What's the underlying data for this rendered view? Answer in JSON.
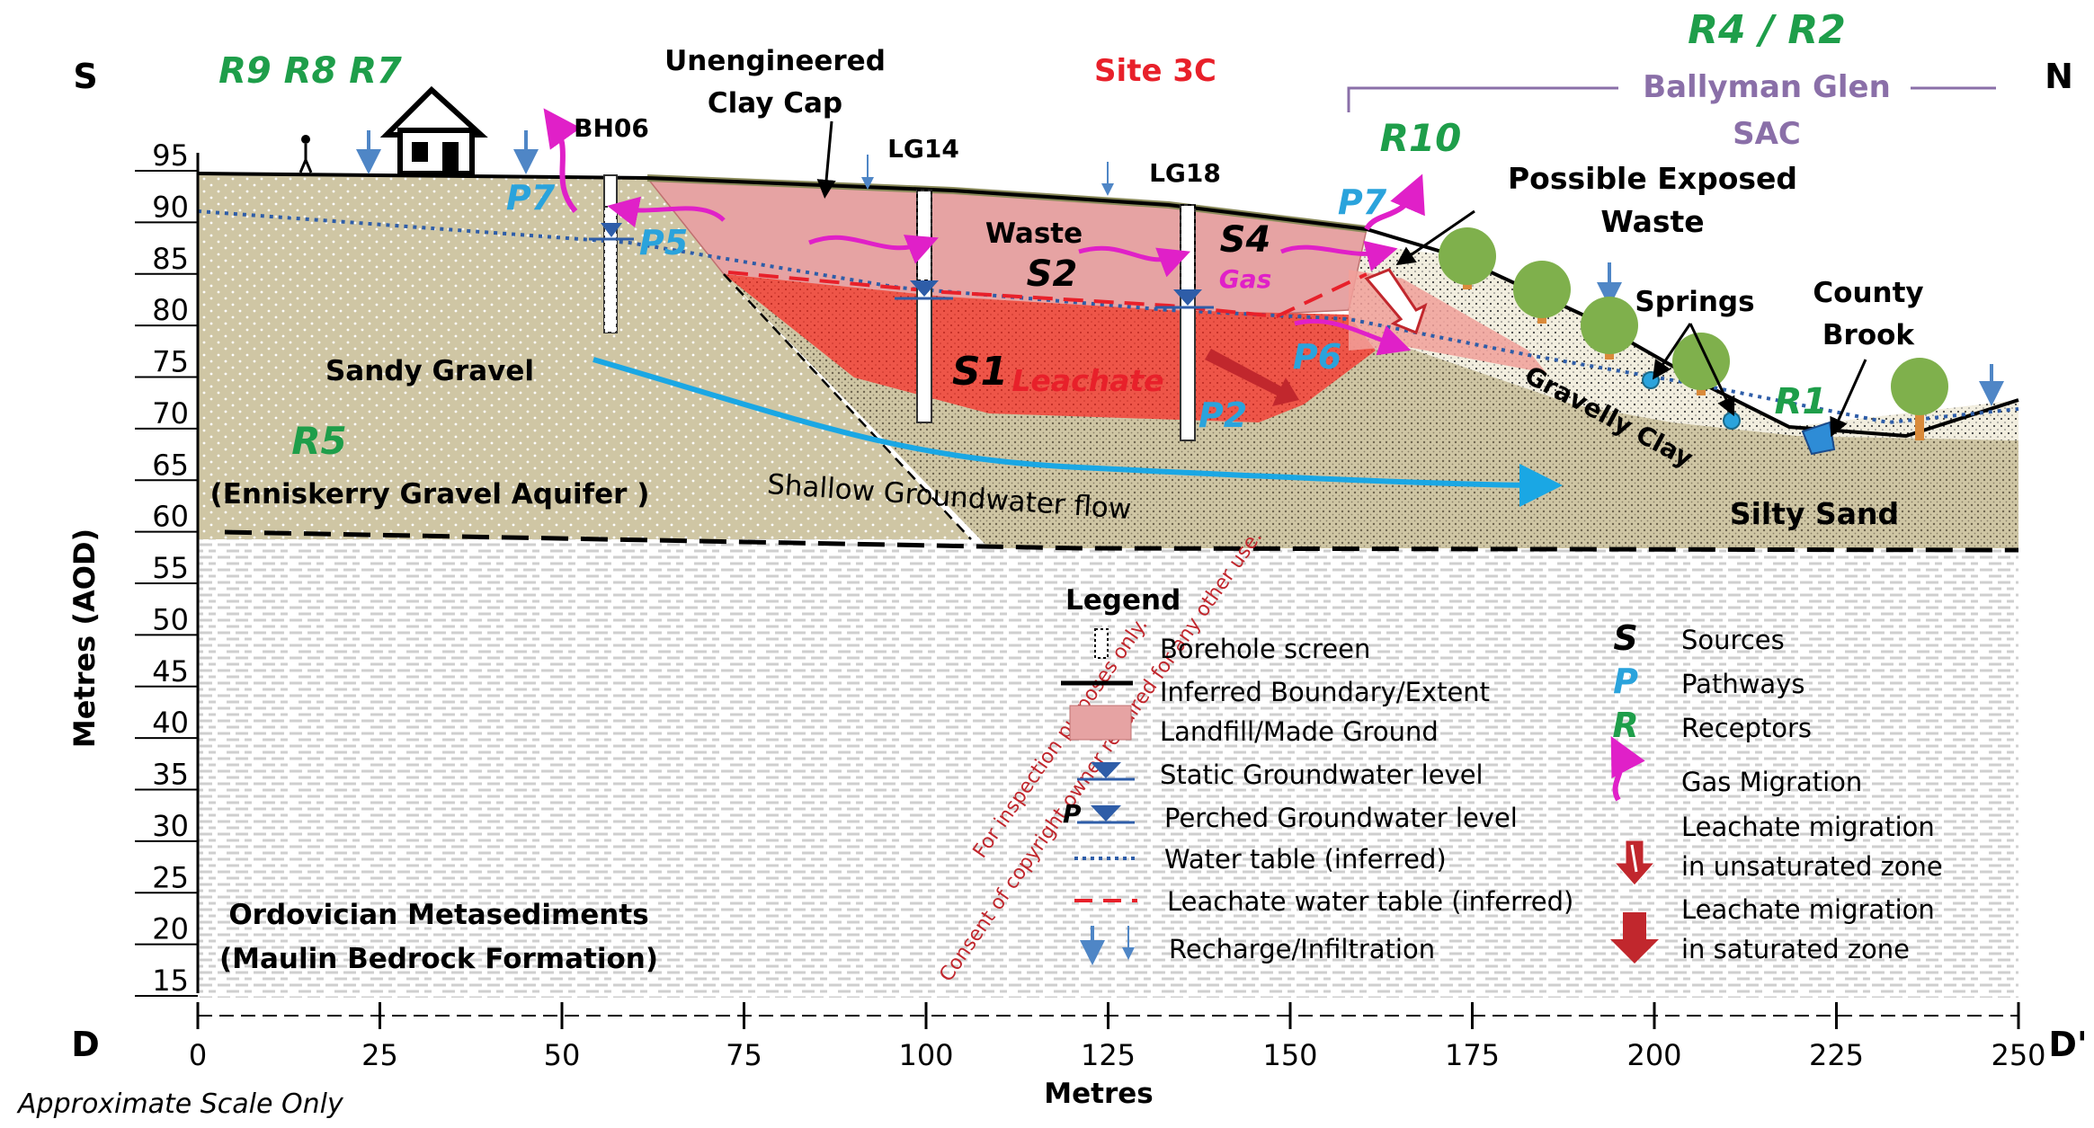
{
  "orientation": {
    "left": "S",
    "right": "N",
    "section_start": "D",
    "section_end": "D'"
  },
  "site_title": "Site 3C",
  "sac": {
    "receptor": "R4 / R2",
    "name_line1": "Ballyman Glen",
    "name_line2": "SAC"
  },
  "receptors": {
    "houses": "R9 R8 R7",
    "r10": "R10",
    "r5": "R5",
    "r1": "R1"
  },
  "labels": {
    "clay_cap_line1": "Unengineered",
    "clay_cap_line2": "Clay Cap",
    "bh06": "BH06",
    "lg14": "LG14",
    "lg18": "LG18",
    "exposed_line1": "Possible Exposed",
    "exposed_line2": "Waste",
    "springs": "Springs",
    "brook_line1": "County",
    "brook_line2": "Brook",
    "waste": "Waste",
    "gas": "Gas",
    "leachate": "Leachate",
    "sandy_gravel": "Sandy Gravel",
    "aquifer": "(Enniskerry Gravel Aquifer )",
    "shallow_flow": "Shallow Groundwater flow",
    "gravelly_clay": "Gravelly Clay",
    "silty_sand": "Silty Sand",
    "bedrock_line1": "Ordovician Metasediments",
    "bedrock_line2": "(Maulin Bedrock Formation)"
  },
  "sources": {
    "s1": "S1",
    "s2": "S2",
    "s4": "S4"
  },
  "pathways": {
    "p7_left": "P7",
    "p5": "P5",
    "p7_right": "P7",
    "p6": "P6",
    "p2": "P2"
  },
  "y_axis": {
    "title": "Metres (AOD)",
    "min": 15,
    "max": 95,
    "step": 5,
    "ticks": [
      "95",
      "90",
      "85",
      "80",
      "75",
      "70",
      "65",
      "60",
      "55",
      "50",
      "45",
      "40",
      "35",
      "30",
      "25",
      "20",
      "15"
    ]
  },
  "x_axis": {
    "title": "Metres",
    "min": 0,
    "max": 250,
    "ticks": [
      "0",
      "25",
      "50",
      "75",
      "100",
      "125",
      "150",
      "175",
      "200",
      "225",
      "250"
    ]
  },
  "scale_note": "Approximate Scale Only",
  "legend": {
    "title": "Legend",
    "left_items": [
      "Borehole screen",
      "Inferred Boundary/Extent",
      "Landfill/Made Ground",
      "Static Groundwater level",
      "Perched Groundwater level",
      "Water table  (inferred)",
      "Leachate water table  (inferred)",
      "Recharge/Infiltration"
    ],
    "perched_symbol": "P",
    "spr_symbols": [
      "S",
      "P",
      "R"
    ],
    "right_items": [
      "Sources",
      "Pathways",
      "Receptors",
      "Gas Migration"
    ],
    "unsat_line1": "Leachate migration",
    "unsat_line2": "in unsaturated zone",
    "sat_line1": "Leachate migration",
    "sat_line2": "in saturated zone"
  },
  "watermark": {
    "line1": "For inspection purposes only.",
    "line2": "Consent of copyright owner required for any other use."
  },
  "colors": {
    "receptor_green": "#1e9e4a",
    "pathway_blue": "#2aa3dc",
    "site_red": "#e8202a",
    "sac_purple": "#8a6fa8",
    "gravel": "#cfc6a4",
    "landfill": "#e6a3a3",
    "leachate_red": "#ee5548",
    "gas_magenta": "#e020c8",
    "groundwater_blue": "#1aa7e4"
  }
}
